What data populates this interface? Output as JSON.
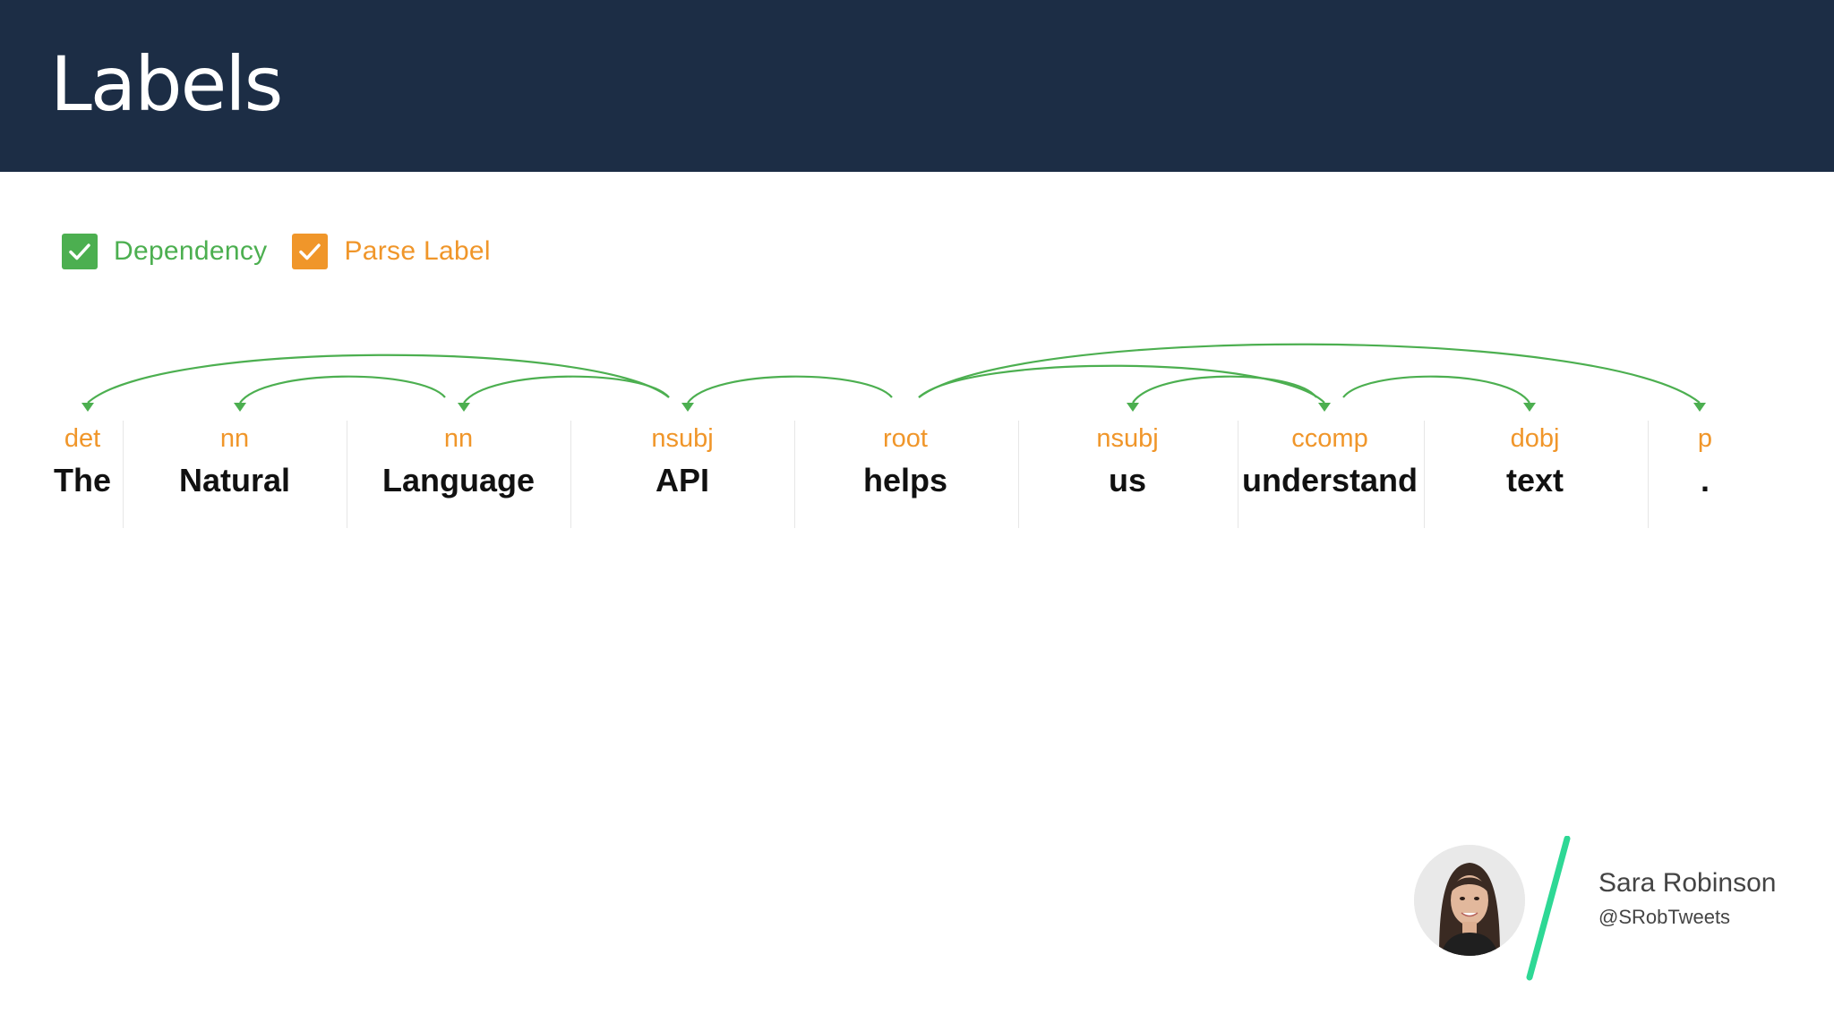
{
  "slide": {
    "title": "Labels",
    "colors": {
      "header": "#1c2d45",
      "dependency": "#4caf50",
      "parse_label": "#f0962a",
      "accent": "#2ed895"
    }
  },
  "legend": {
    "items": [
      {
        "label": "Dependency",
        "checked": true,
        "color": "#4caf50",
        "icon": "check-icon"
      },
      {
        "label": "Parse Label",
        "checked": true,
        "color": "#f0962a",
        "icon": "check-icon"
      }
    ]
  },
  "parse": {
    "tokens": [
      {
        "word": "The",
        "label": "det"
      },
      {
        "word": "Natural",
        "label": "nn"
      },
      {
        "word": "Language",
        "label": "nn"
      },
      {
        "word": "API",
        "label": "nsubj"
      },
      {
        "word": "helps",
        "label": "root"
      },
      {
        "word": "us",
        "label": "nsubj"
      },
      {
        "word": "understand",
        "label": "ccomp"
      },
      {
        "word": "text",
        "label": "dobj"
      },
      {
        "word": ".",
        "label": "p"
      }
    ],
    "arcs": [
      {
        "from": 3,
        "to": 0
      },
      {
        "from": 2,
        "to": 1
      },
      {
        "from": 3,
        "to": 2
      },
      {
        "from": 4,
        "to": 3
      },
      {
        "from": 4,
        "to": 6
      },
      {
        "from": 6,
        "to": 5
      },
      {
        "from": 6,
        "to": 7
      },
      {
        "from": 4,
        "to": 8
      }
    ]
  },
  "presenter": {
    "name": "Sara Robinson",
    "handle": "@SRobTweets"
  }
}
